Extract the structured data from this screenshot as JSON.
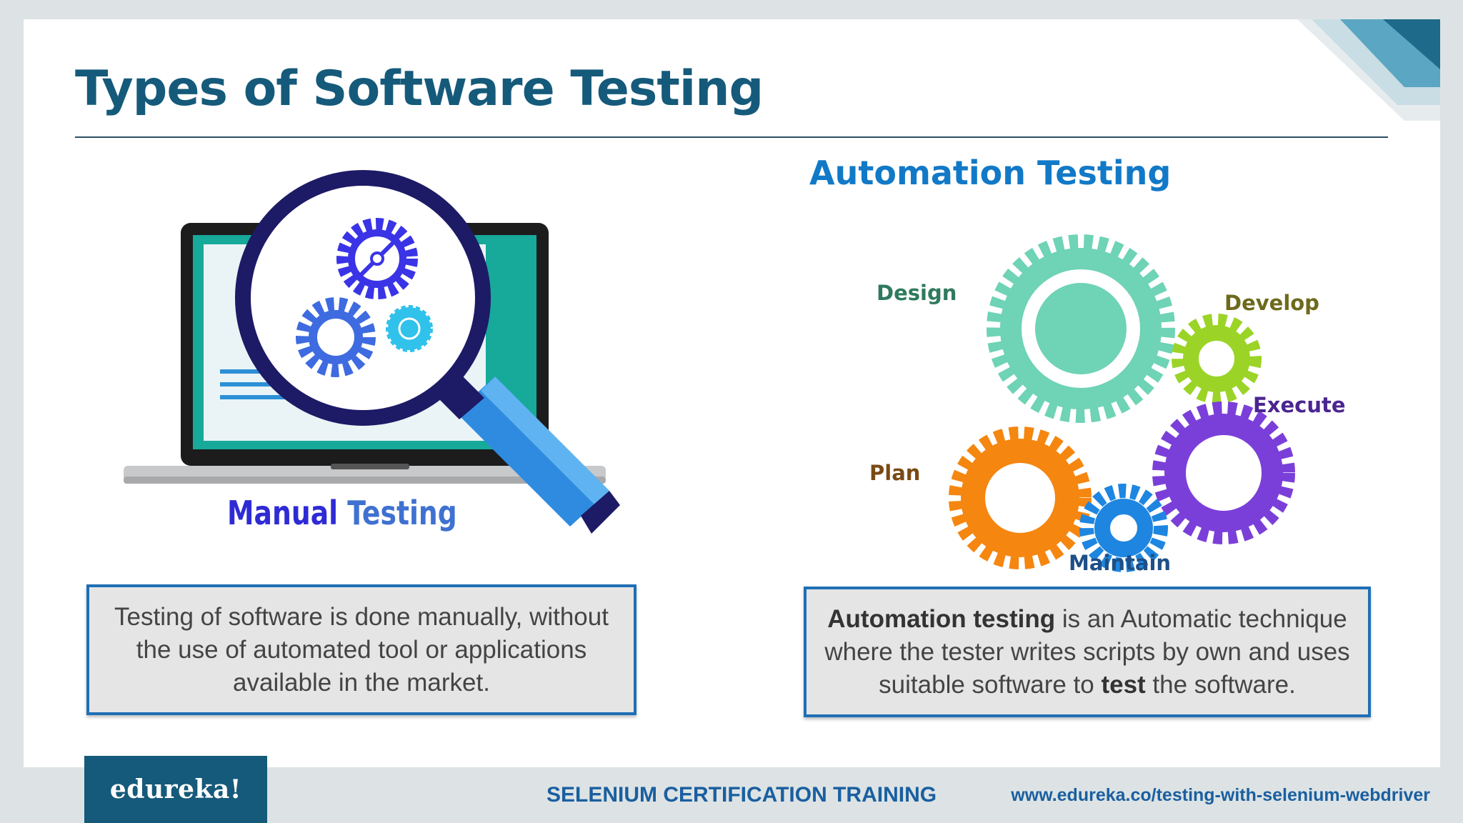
{
  "slide": {
    "title": "Types of Software Testing"
  },
  "manual": {
    "label_word1": "Manual",
    "label_word2": "Testing",
    "description": "Testing of software is done manually, without the use of automated tool or applications available in the market.",
    "lines": [
      "Testing of software is done manually, without",
      "the use of automated tool or applications",
      "available in the market."
    ]
  },
  "automation": {
    "title": "Automation Testing",
    "gear_labels": {
      "design": "Design",
      "develop": "Develop",
      "execute": "Execute",
      "plan": "Plan",
      "maintain": "Maintain"
    },
    "line1_bold": "Automation testing",
    "line1_rest": " is an Automatic technique",
    "line2": "where the tester writes scripts by own and uses",
    "line3_pre": "suitable software to ",
    "line3_bold": "test",
    "line3_post": " the software."
  },
  "footer": {
    "logo": "edureka!",
    "course": "SELENIUM CERTIFICATION TRAINING",
    "url": "www.edureka.co/testing-with-selenium-webdriver"
  },
  "colors": {
    "title": "#155a7a",
    "box_border": "#1f6fb5",
    "box_fill": "#e5e5e5",
    "gear_teal": "#6fd3b6",
    "gear_green": "#9bd427",
    "gear_purple": "#7b3fd9",
    "gear_orange": "#f5860f",
    "gear_blue": "#1e86e0"
  },
  "icons": [
    "laptop-icon",
    "magnifying-glass-icon",
    "gear-icon"
  ]
}
